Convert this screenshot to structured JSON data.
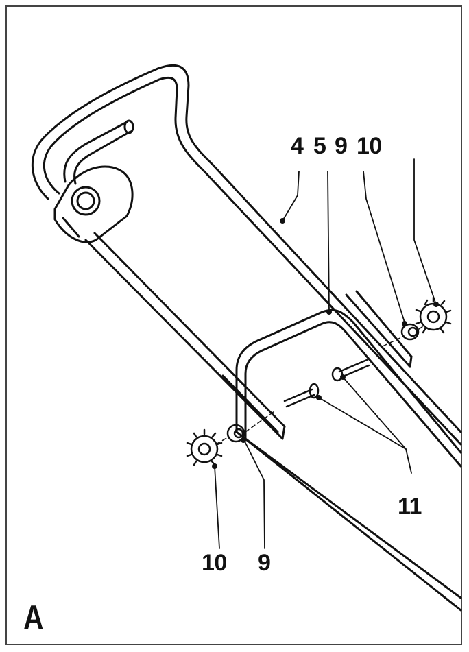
{
  "figure": {
    "label": "A",
    "callouts": {
      "top_4": "4",
      "top_5": "5",
      "top_9": "9",
      "top_10": "10",
      "bottom_11": "11",
      "bottom_10": "10",
      "bottom_9": "9"
    }
  },
  "colors": {
    "line": "#111111",
    "background": "#ffffff",
    "frame": "#444444"
  },
  "parts": [
    "upper-handle",
    "lower-handle",
    "cable-lever",
    "control-box",
    "knob-right",
    "washer-right",
    "knob-left",
    "washer-left",
    "bolt-left",
    "bolt-right"
  ]
}
